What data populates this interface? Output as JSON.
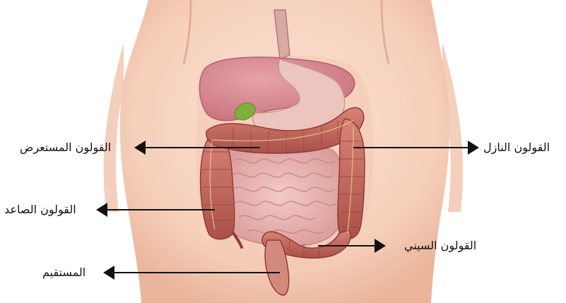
{
  "labels": {
    "transverse_colon": "القولون المستعرض",
    "descending_colon": "القولون النازل",
    "ascending_colon": "القولون الصاعد",
    "sigmoid_colon": "القولون السيني",
    "rectum": "المستقيم"
  },
  "colors": {
    "skin": "#f7d5c2",
    "skin_shadow": "#eab59b",
    "liver": "#d98a95",
    "stomach": "#ecc6be",
    "colon": "#c26a5f",
    "colon_dark": "#8f3d36",
    "small_intestine": "#eab7b5",
    "gallbladder": "#7fae3a",
    "arrow": "#111111"
  }
}
